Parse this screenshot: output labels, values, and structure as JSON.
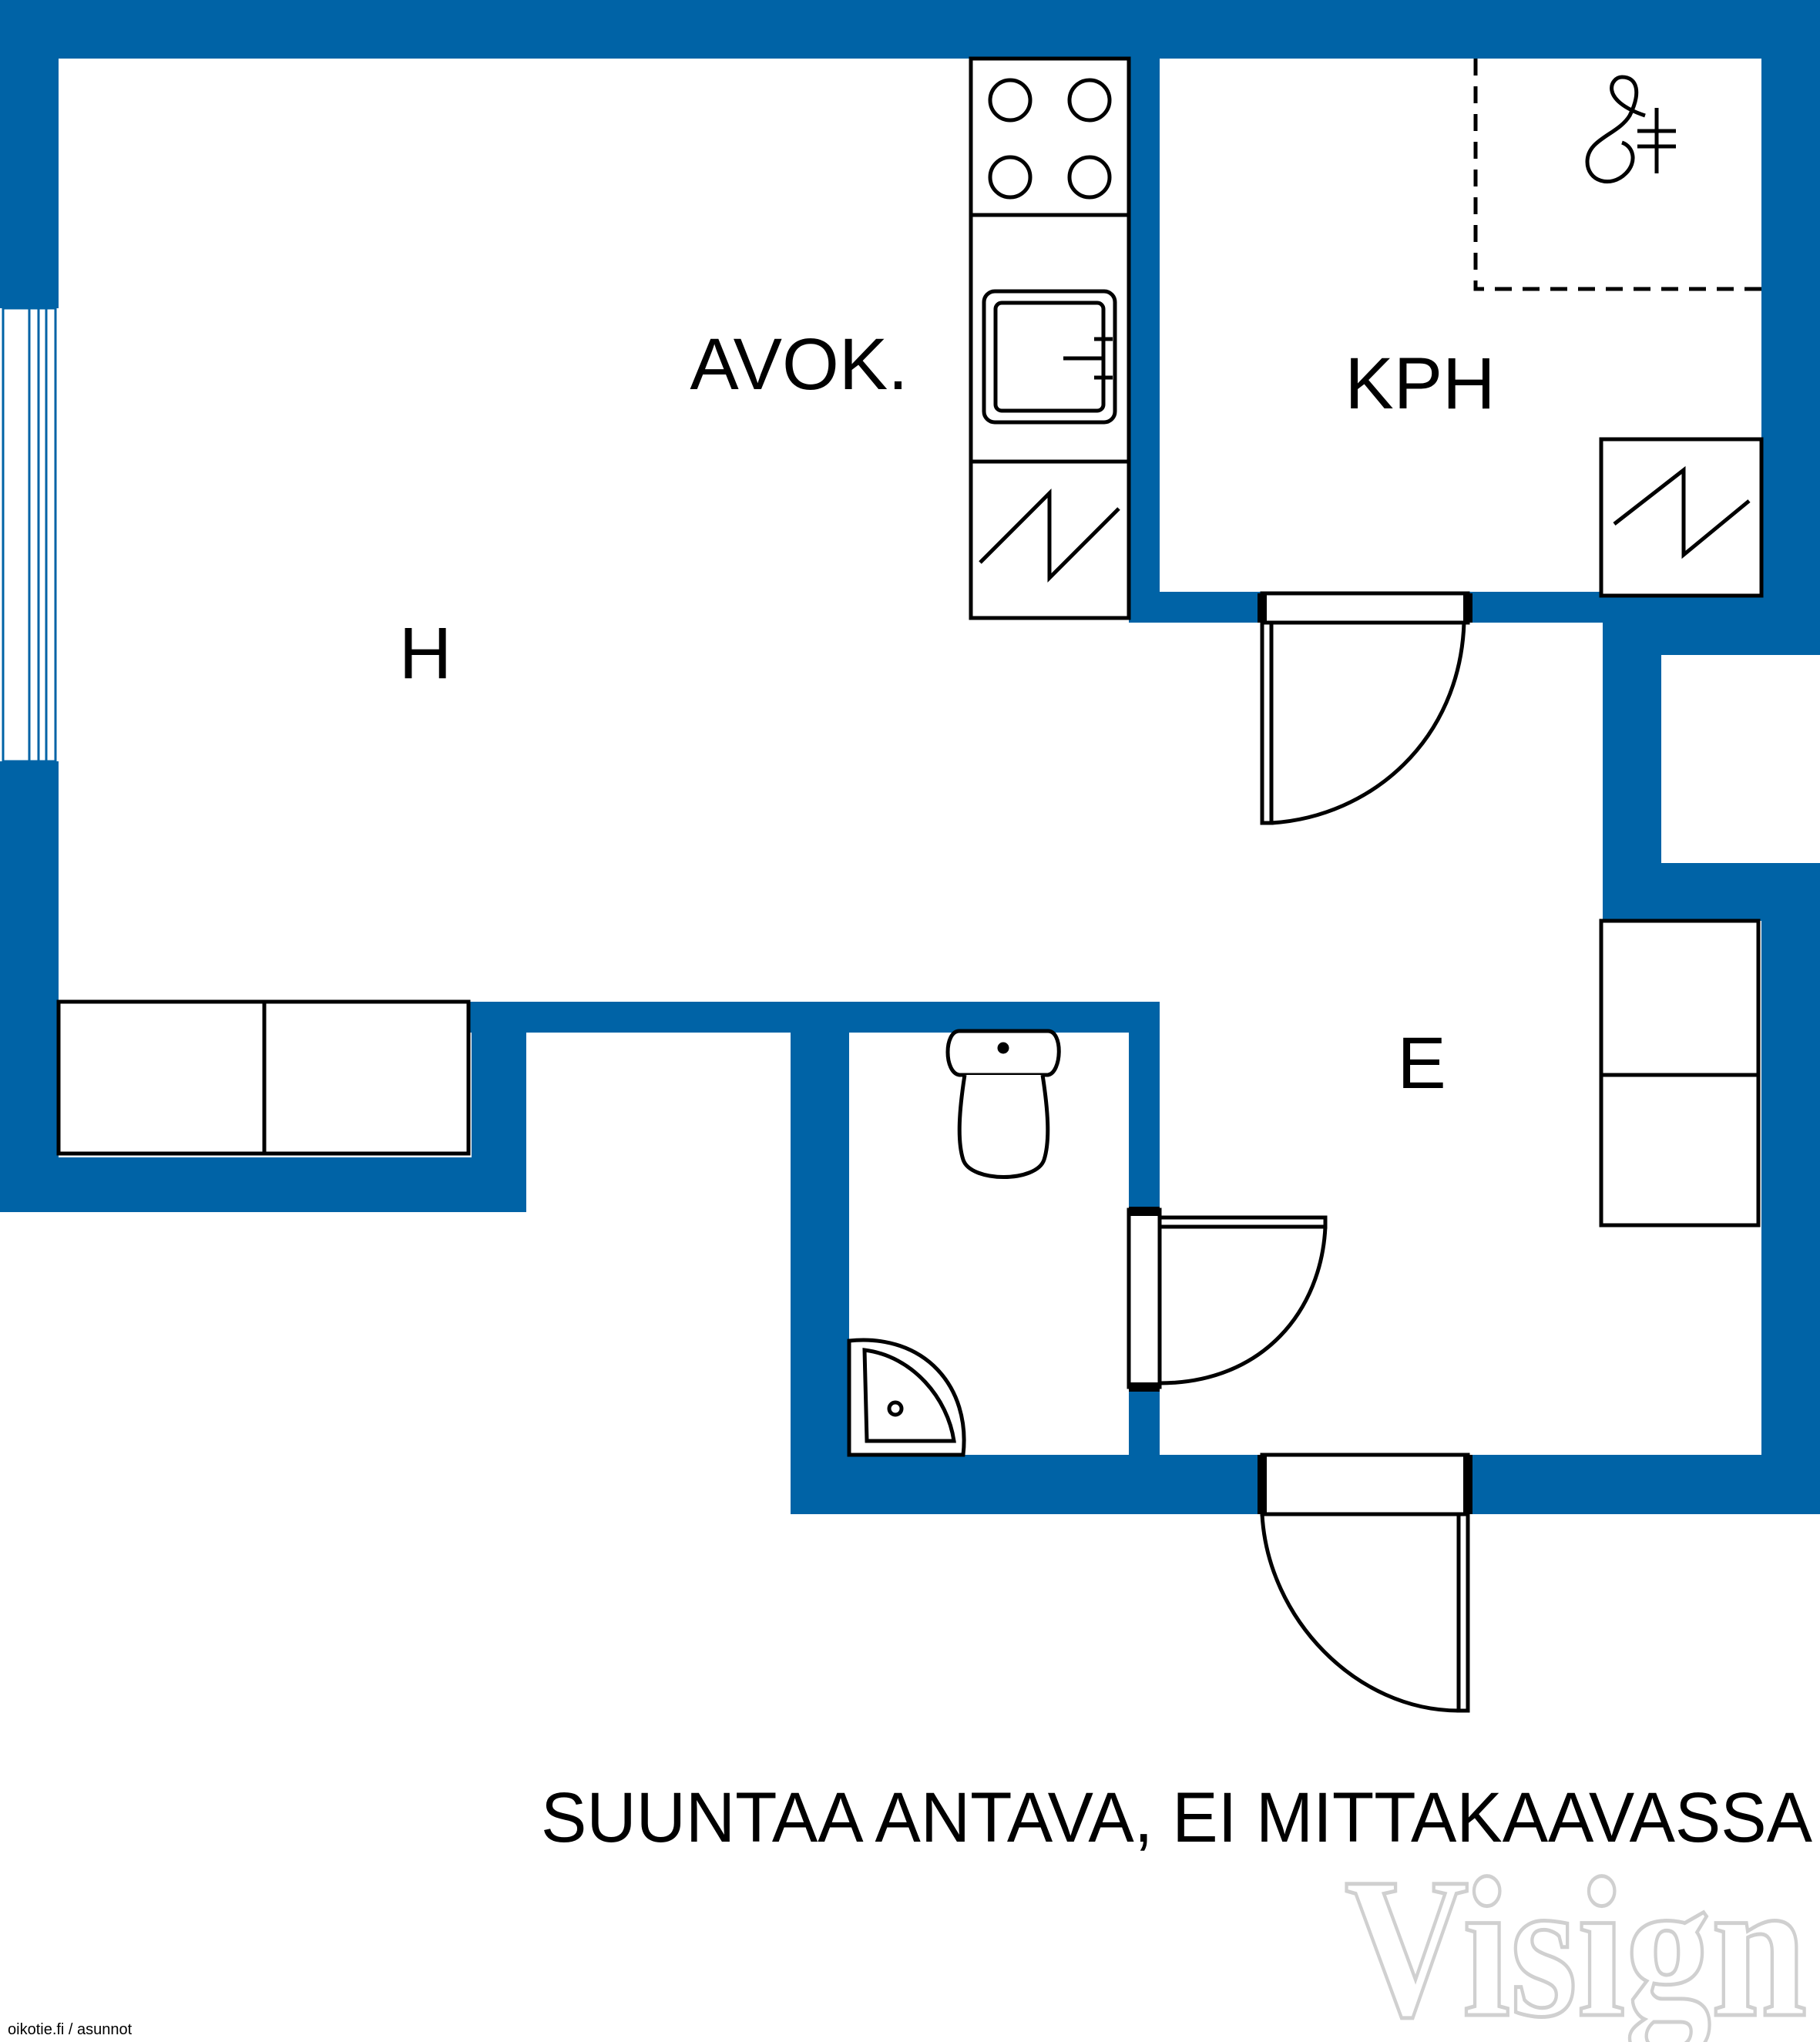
{
  "rooms": {
    "living": "H",
    "kitchen": "AVOK.",
    "bathroom": "KPH",
    "hall": "E"
  },
  "disclaimer": "SUUNTAA ANTAVA, EI MITTAKAAVASSA",
  "watermark": "Visign",
  "credit": "oikotie.fi / asunnot",
  "colors": {
    "wall": "#0063a6",
    "fixture_stroke": "#000000",
    "background": "#ffffff"
  }
}
